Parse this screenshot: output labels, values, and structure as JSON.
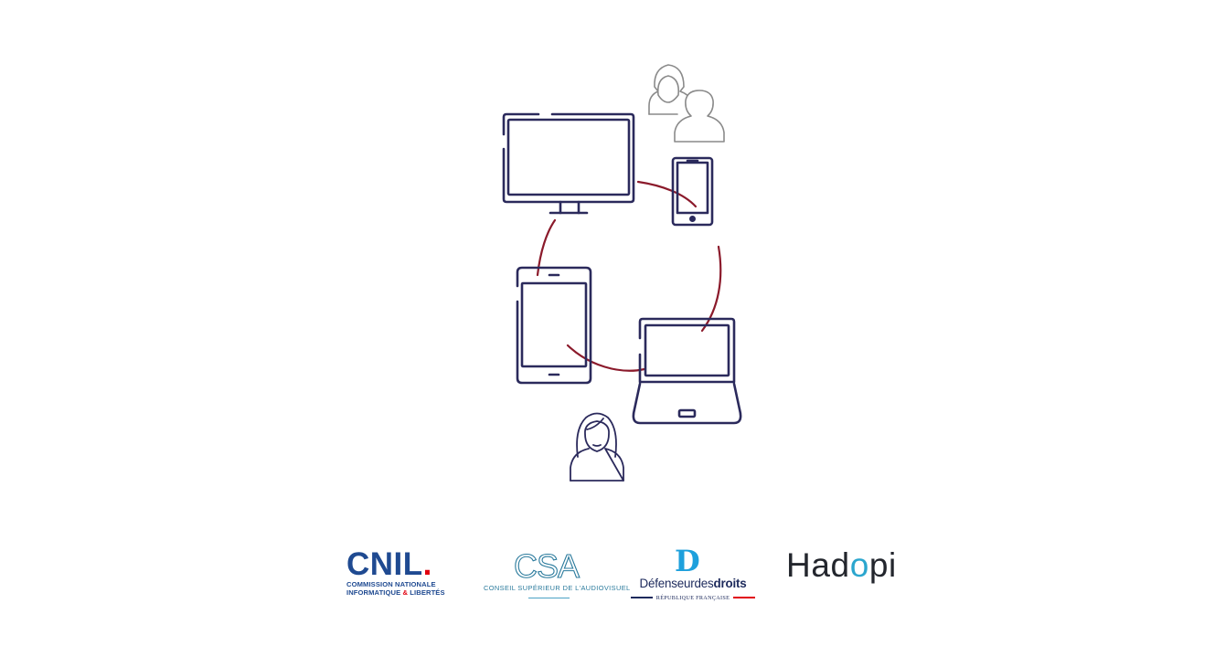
{
  "colors": {
    "device_stroke": "#2b2a5c",
    "connection_line": "#8b1a2b",
    "person_stroke": "#8a8a8a",
    "person_female_stroke": "#2b2a5c",
    "cnil_blue": "#1f4a91",
    "accent_red": "#e1000f",
    "csa_teal": "#2a7a9c",
    "ddd_blue": "#1ea0dc",
    "hadopi_accent": "#2ba6ce"
  },
  "illustration": {
    "devices": [
      "monitor-icon",
      "smartphone-icon",
      "tablet-icon",
      "laptop-icon"
    ],
    "people": [
      "couple-icon",
      "woman-icon"
    ]
  },
  "logos": {
    "cnil": {
      "wordmark": "CNIL",
      "dot": ".",
      "line1": "COMMISSION NATIONALE",
      "line2_a": "INFORMATIQUE ",
      "line2_amp": "&",
      "line2_b": " LIBERTÉS"
    },
    "csa": {
      "wordmark": "CSA",
      "subtitle": "CONSEIL SUPÉRIEUR DE L'AUDIOVISUEL"
    },
    "ddd": {
      "mark": "D",
      "name_a": "Défenseur",
      "name_b": "des",
      "name_c": "droits",
      "republic": "RÉPUBLIQUE FRANÇAISE"
    },
    "hadopi": {
      "part1": "Had",
      "o": "o",
      "part2": "pi"
    }
  }
}
